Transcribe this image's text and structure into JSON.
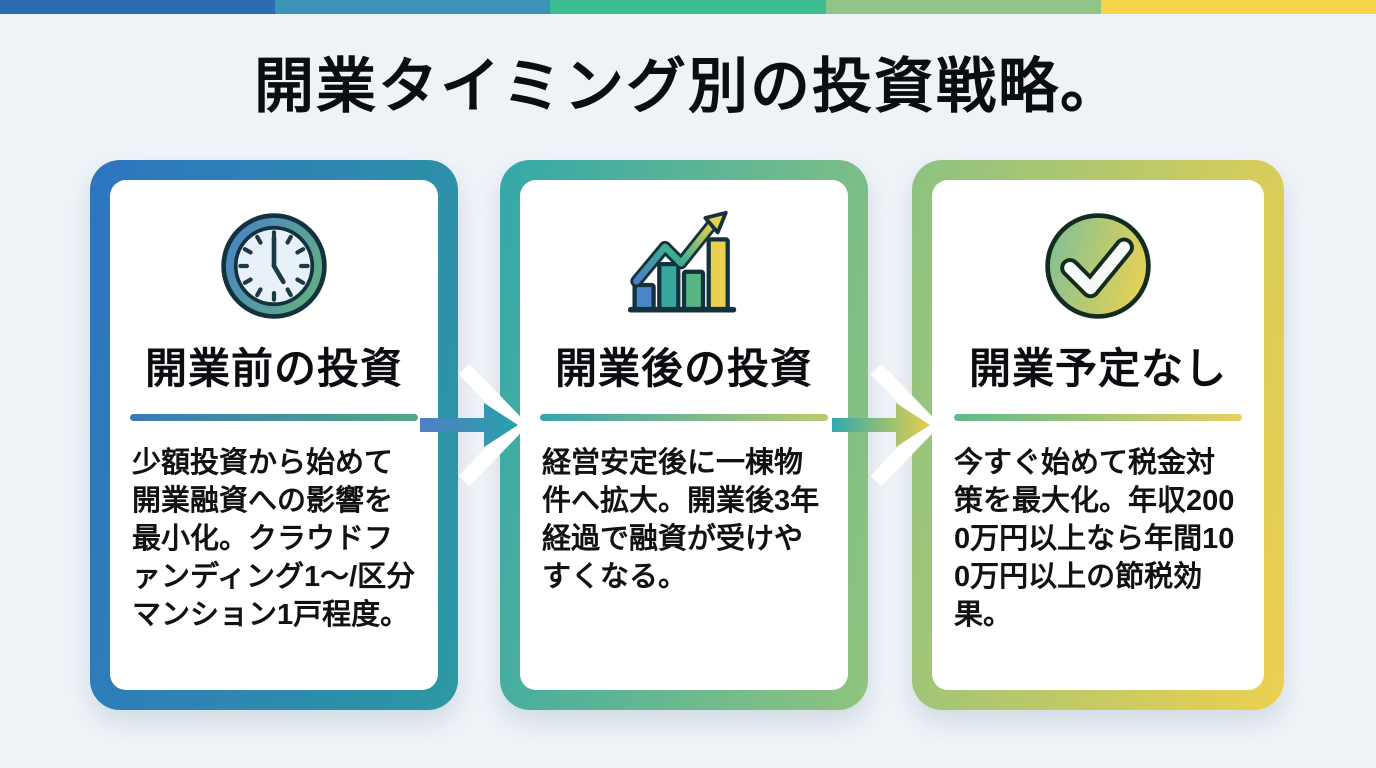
{
  "page": {
    "title": "開業タイミング別の投資戦略。",
    "background_color": "#eef3f8",
    "top_bar_colors": [
      "#2d6cb2",
      "#3b93b8",
      "#3ebd92",
      "#92c487",
      "#f5d44c"
    ]
  },
  "cards": [
    {
      "id": "before-opening",
      "icon": "clock-icon",
      "heading": "開業前の投資",
      "body": "少額投資から始めて開業融資への影響を最小化。クラウドファンディング1〜/区分マンション1戸程度。",
      "border_gradient": [
        "#2e74c0",
        "#2d98a2"
      ],
      "divider_gradient": [
        "#3a7ab8",
        "#52a884"
      ]
    },
    {
      "id": "after-opening",
      "icon": "bar-chart-icon",
      "heading": "開業後の投資",
      "body": "経営安定後に一棟物件へ拡大。開業後3年経過で融資が受けやすくなる。",
      "border_gradient": [
        "#34a8a8",
        "#90c47e"
      ],
      "divider_gradient": [
        "#38a3ad",
        "#b9cb70"
      ]
    },
    {
      "id": "no-opening-plan",
      "icon": "check-icon",
      "heading": "開業予定なし",
      "body": "今すぐ始めて税金対策を最大化。年収2000万円以上なら年間100万円以上の節税効果。",
      "border_gradient": [
        "#8cc282",
        "#eed04e"
      ],
      "divider_gradient": [
        "#5fb98c",
        "#e8d060"
      ]
    }
  ],
  "arrows": [
    {
      "id": "arrow-1",
      "icon": "arrow-right-icon",
      "gradient": [
        "#4f7fc4",
        "#28a1a6"
      ]
    },
    {
      "id": "arrow-2",
      "icon": "arrow-right-icon",
      "gradient": [
        "#2fa9ad",
        "#e6cf4a"
      ]
    }
  ]
}
